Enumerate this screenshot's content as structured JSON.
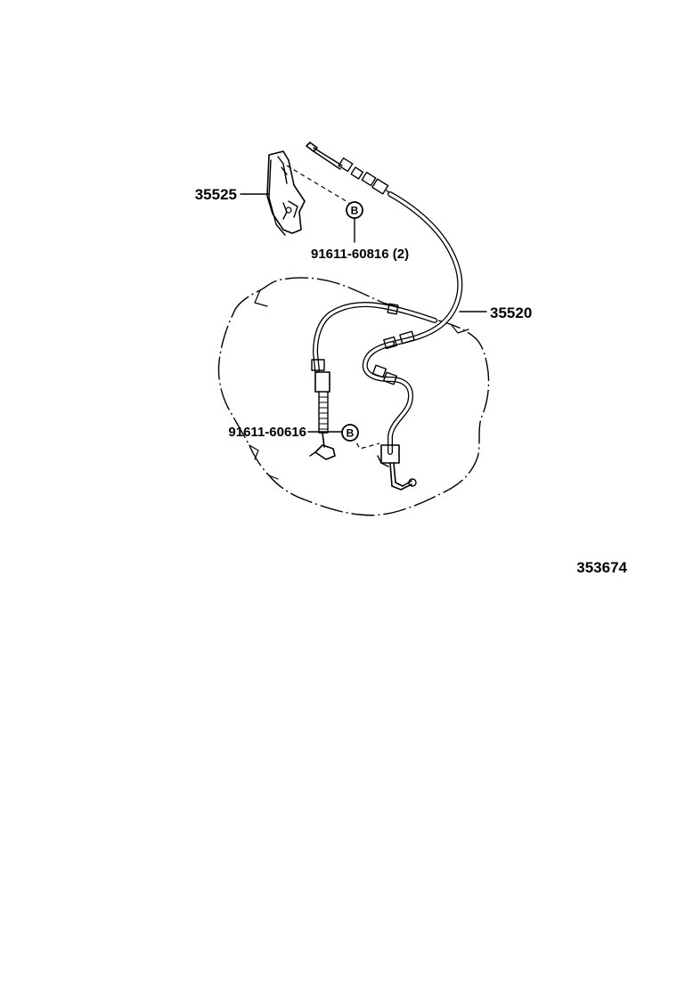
{
  "parts": {
    "bracket": "35525",
    "cable": "35520",
    "upper_bolt": "91611-60816 (2)",
    "lower_bolt": "91611-60616"
  },
  "markers": {
    "upper": "B",
    "lower": "B"
  },
  "illustration_code": "353674"
}
